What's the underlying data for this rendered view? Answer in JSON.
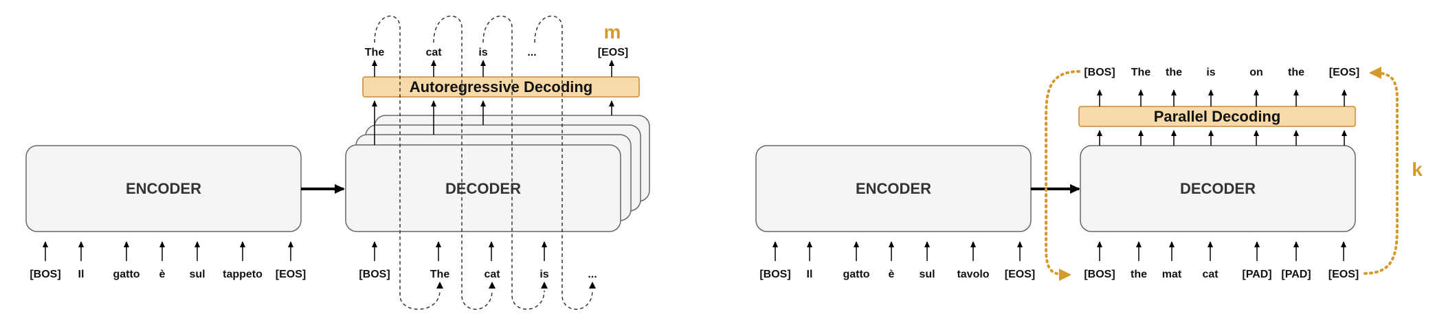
{
  "left": {
    "encoder_label": "ENCODER",
    "decoder_label": "DECODER",
    "decoding_label": "Autoregressive Decoding",
    "iterations_label": "m",
    "input_tokens": [
      "[BOS]",
      "Il",
      "gatto",
      "è",
      "sul",
      "tappeto",
      "[EOS]"
    ],
    "decoder_inputs": [
      "[BOS]",
      "The",
      "cat",
      "is",
      "..."
    ],
    "outputs": [
      "The",
      "cat",
      "is",
      "...",
      "[EOS]"
    ]
  },
  "right": {
    "encoder_label": "ENCODER",
    "decoder_label": "DECODER",
    "decoding_label": "Parallel Decoding",
    "iterations_label": "k",
    "input_tokens": [
      "[BOS]",
      "Il",
      "gatto",
      "è",
      "sul",
      "tavolo",
      "[EOS]"
    ],
    "decoder_inputs": [
      "[BOS]",
      "the",
      "mat",
      "cat",
      "[PAD]",
      "[PAD]",
      "[EOS]"
    ],
    "outputs": [
      "[BOS]",
      "The",
      "the",
      "is",
      "on",
      "the",
      "[EOS]"
    ]
  },
  "colors": {
    "box_fill": "#F5F5F5",
    "box_stroke": "#666666",
    "decoding_fill": "#F8D9A8",
    "decoding_stroke": "#C8892F",
    "accent": "#D49A2A",
    "arrow": "#000000"
  }
}
